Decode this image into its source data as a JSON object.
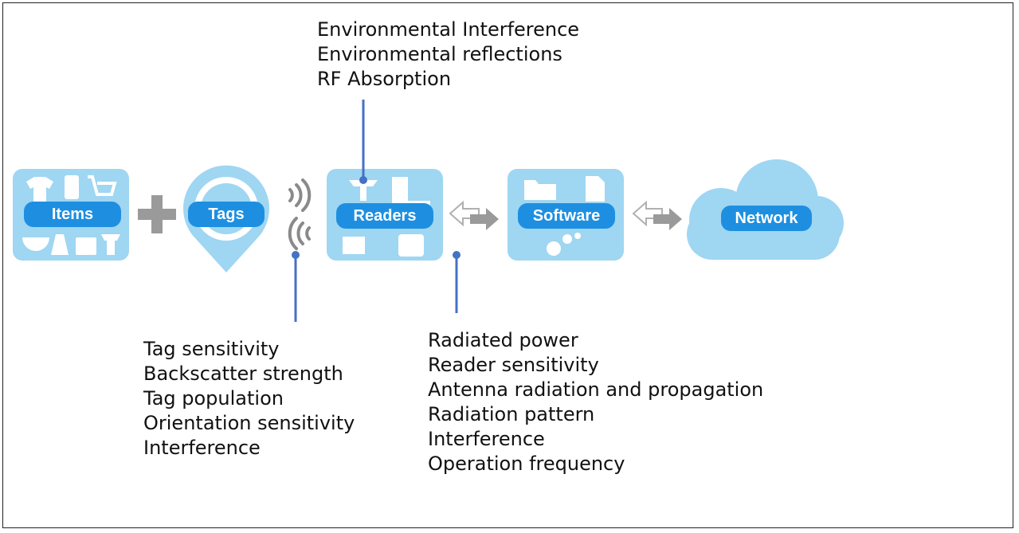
{
  "env_factors": [
    "Environmental Interference",
    "Environmental reflections",
    "RF Absorption"
  ],
  "tag_factors": [
    "Tag sensitivity",
    "Backscatter strength",
    "Tag population",
    "Orientation sensitivity",
    "Interference"
  ],
  "reader_factors": [
    "Radiated power",
    "Reader sensitivity",
    "Antenna radiation and propagation",
    "Radiation pattern",
    "Interference",
    "Operation frequency"
  ],
  "pipeline": {
    "items_label": "Items",
    "tags_label": "Tags",
    "readers_label": "Readers",
    "software_label": "Software",
    "network_label": "Network"
  },
  "colors": {
    "panel": "#9fd6f2",
    "label": "#1e8fe0",
    "icon": "#ffffff",
    "connector": "#4472c4",
    "plus": "#9a9a9a",
    "arrow_outline": "#b0b0b0",
    "arrow_fill": "#9a9a9a",
    "waves": "#8a8a8a"
  },
  "icons": [
    "shirt-icon",
    "phone-icon",
    "cart-icon",
    "bowl-icon",
    "wallet-icon",
    "gift-icon",
    "reader-antenna-icon",
    "handheld-reader-icon",
    "chip-icon",
    "module-icon",
    "folder-icon",
    "document-icon",
    "gears-icon",
    "cloud-icon",
    "signal-waves-icon",
    "plus-icon",
    "bidirectional-arrow-icon"
  ]
}
